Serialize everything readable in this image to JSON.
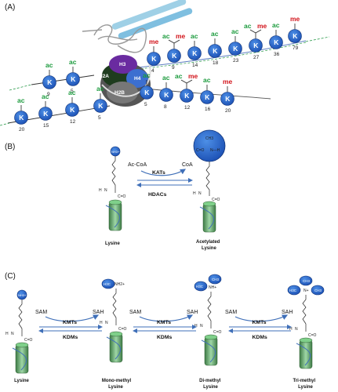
{
  "panels": {
    "a": "(A)",
    "b": "(B)",
    "c": "(C)"
  },
  "histones": {
    "h2a": "H2A",
    "h3": "H3",
    "h4": "H4",
    "h2b": "H2B"
  },
  "residue_letter": "K",
  "mark_ac": "ac",
  "mark_me": "me",
  "tail_upper": {
    "numbers": [
      "4",
      "9",
      "14",
      "18",
      "23",
      "27",
      "36",
      "79"
    ],
    "ac_marks": [
      "",
      "ac",
      "ac",
      "ac",
      "ac",
      "ac",
      "ac",
      ""
    ],
    "me_marks": [
      "me",
      "me",
      "",
      "",
      "",
      "me",
      "",
      "me"
    ]
  },
  "tail_h4": {
    "numbers": [
      "5",
      "8",
      "12",
      "16",
      "20"
    ],
    "ac_marks": [
      "ac",
      "ac",
      "ac",
      "ac",
      ""
    ],
    "me_marks": [
      "",
      "",
      "me",
      "",
      "me"
    ]
  },
  "tail_left_upper": {
    "numbers": [
      "9",
      "5"
    ],
    "ac_marks": [
      "ac",
      "ac"
    ]
  },
  "tail_left_lower": {
    "numbers": [
      "20",
      "15",
      "12",
      "5"
    ],
    "ac_marks": [
      "ac",
      "ac",
      "ac",
      "ac"
    ]
  },
  "panel_b": {
    "substrate_left": "Ac-CoA",
    "product_right": "CoA",
    "forward_enzyme": "KATs",
    "reverse_enzyme": "HDACs",
    "left_label": "Lysine",
    "right_label_1": "Acetylated",
    "right_label_2": "Lysine",
    "nh3": "NH3+",
    "ch3": "CH3",
    "c_o": "C=O",
    "nh": "N—H"
  },
  "panel_c": {
    "sam": "SAM",
    "sah": "SAH",
    "forward_enzyme": "KMTs",
    "reverse_enzyme": "KDMs",
    "labels": [
      [
        "Lysine",
        ""
      ],
      [
        "Mono-methyl",
        "Lysine"
      ],
      [
        "Di-methyl",
        "Lysine"
      ],
      [
        "Tri-methyl",
        "Lysine"
      ]
    ],
    "nh3": "NH3+",
    "mono_group": "H3C",
    "mono_nh": "NH2+",
    "di_left": "H3C",
    "di_right": "CH3",
    "di_n": "NH+",
    "tri_left": "H3C",
    "tri_top": "CH3",
    "tri_right": "CH3",
    "tri_n": "N+"
  },
  "backbone": {
    "n_label": "N",
    "h_label": "H",
    "co_label": "C=O"
  }
}
